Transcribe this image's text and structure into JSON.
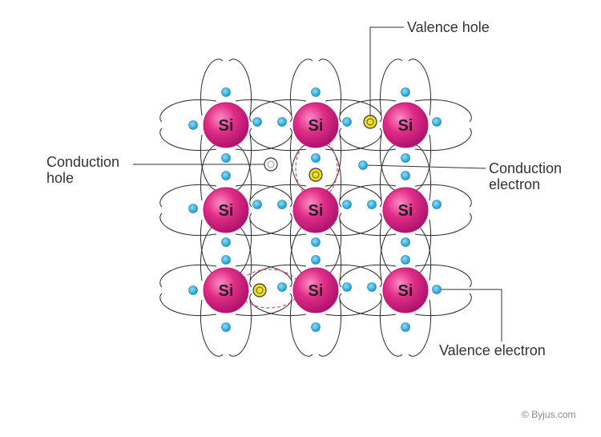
{
  "atom": {
    "symbol": "Si"
  },
  "labels": {
    "valence_hole": "Valence hole",
    "conduction_hole_line1": "Conduction",
    "conduction_hole_line2": "hole",
    "conduction_electron_line1": "Conduction",
    "conduction_electron_line2": "electron",
    "valence_electron": "Valence electron"
  },
  "credit": "© Byjus.com",
  "colors": {
    "atom_fill": "#e02d87",
    "atom_ring": "#c2187a",
    "electron": "#3fb6e4",
    "hole": "#f0e020",
    "conduction_hole": "#ffffff",
    "dashed_ring": "#e0457f",
    "bond_line": "#2b2b2b"
  }
}
